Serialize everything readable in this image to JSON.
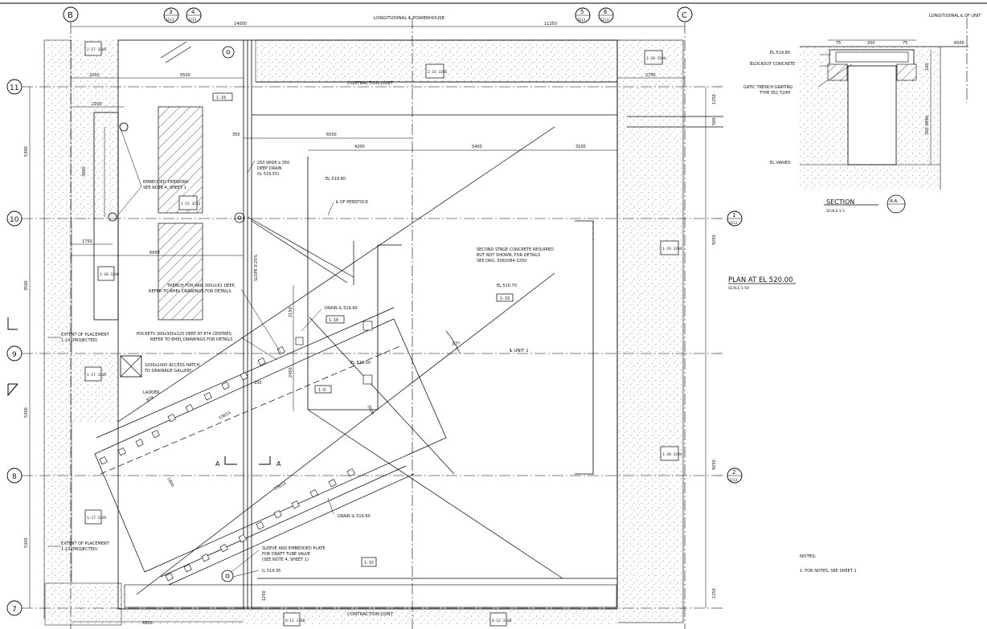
{
  "grid": {
    "cols": [
      "B",
      "C"
    ],
    "rows": [
      "11",
      "10",
      "9",
      "8",
      "7"
    ],
    "section_bubbles": [
      {
        "num": "3",
        "ref": "3213"
      },
      {
        "num": "4",
        "ref": "3213"
      },
      {
        "num": "5",
        "ref": "3213"
      },
      {
        "num": "6",
        "ref": "3213"
      }
    ],
    "right_bubbles": [
      {
        "num": "1",
        "ref": "3213"
      },
      {
        "num": "2",
        "ref": "3213"
      }
    ]
  },
  "header": {
    "powerhouse": "LONGITUDINAL ℄ POWERHOUSE",
    "unit": "LONGITUDINAL ℄ OF UNIT"
  },
  "labels": {
    "contraction_top": "CONTRACTION JOINT",
    "contraction_bottom": "CONTRACTION JOINT",
    "penstock": "℄ OF PENSTOCK",
    "unit": "℄ UNIT 1",
    "el_519_80": "EL 519.80",
    "el_519_50": "EL 519.50",
    "el_519_35": "IL 519.35",
    "el_510_70": "EL 510.70",
    "drain_top": "DRAIN IL 519.60",
    "drain_bottom": "DRAIN IL 519.60",
    "deep_drain": [
      "250 WIDE x 350",
      "DEEP DRAIN",
      "(IL 519.55)"
    ],
    "slope": "SLOPE 0.25%",
    "embedded": [
      "EMBEDDED PIPEWORK",
      "SEE NOTE 4, SHEET 1"
    ],
    "trench": [
      "TRENCH FOR RAIL 300x161 DEEP,",
      "REFER TO BHEL DRAWINGS FOR DETAILS"
    ],
    "pockets": [
      "POCKETS 300x300x125 DEEP AT 874 CENTRES,",
      "REFER TO BHEL DRAWINGS FOR DETAILS"
    ],
    "hatch": [
      "1000x1000 ACCESS HATCH",
      "TO DRAINAGE GALLERY"
    ],
    "ladder": "LADDER",
    "sleeve": [
      "SLEEVE AND EMBEDDED PLATE",
      "FOR DRAFT TUBE VALVE",
      "(SEE NOTE 4, SHEET 1)"
    ],
    "second_stage": [
      "SECOND STAGE CONCRETE REQUIRED",
      "BUT NOT SHOWN, FOR DETAILS",
      "SEE DRG. 5061084-3250"
    ],
    "extent_top": [
      "EXTENT OF PLACEMENT",
      "1-14 (PROJECTED)"
    ],
    "extent_bottom": [
      "EXTENT OF PLACEMENT",
      "1-13 (PROJECTED)"
    ],
    "angle": "37°",
    "section_a": "A"
  },
  "tags": {
    "t1": "1-16",
    "t2": "1-15 3213",
    "t3": "1-18 3205",
    "t4": "1-17 3205",
    "t5": "1-17 3205",
    "t6": "2-17 3205",
    "t7": "2-15 3205",
    "t8": "2-28 3504",
    "t9": "1-29 3204",
    "t10": "1-28 3204",
    "t11": "1-10",
    "t12": "1-9",
    "t13": "1-19",
    "t14": "1-15",
    "t15": "A-11 3160",
    "t16": "A-12 3160"
  },
  "dims": {
    "d14000": "14000",
    "d11250": "11250",
    "d2000": "2000",
    "d5500": "5500",
    "d2750": "2750",
    "d2200": "2200",
    "d350": "350",
    "d6500": "6500",
    "d4200": "4200",
    "d5400": "5400",
    "d3100": "3100",
    "d3600": "3600",
    "d1750": "1750",
    "d6950": "6950",
    "d1250a": "1250",
    "d500": "500",
    "d9250a": "9250",
    "d9250b": "9250",
    "d1250b": "1250",
    "d5300a": "5300",
    "d3500": "3500",
    "d5300b": "5300",
    "d5300c": "5300",
    "d2150": "2150",
    "d2450": "2450",
    "d3000": "3000",
    "d15653a": "15653",
    "d15653b": "15653",
    "d874": "874",
    "d100": "100",
    "d1800": "1800",
    "d6500b": "6500",
    "d1250c": "1250"
  },
  "section": {
    "title": "SECTION",
    "scale": "SCALE 1:5",
    "mark": "A-A",
    "el_top": "EL 519.80",
    "el_varies": "EL VARIES",
    "blockout": "BLOCKOUT CONCRETE",
    "grating": [
      "GATIC TRENCH GRATING",
      "TYPE 351 T20H"
    ],
    "d75a": "75",
    "d200": "200",
    "d75b": "75",
    "d6500": "6500",
    "d100": "100",
    "d350": "350 (MIN)"
  },
  "plan": {
    "title": "PLAN AT EL 520.00",
    "scale": "SCALE 1:50"
  },
  "notes": {
    "heading": "NOTES:",
    "item1": "1.    FOR NOTES, SEE SHEET 1"
  }
}
